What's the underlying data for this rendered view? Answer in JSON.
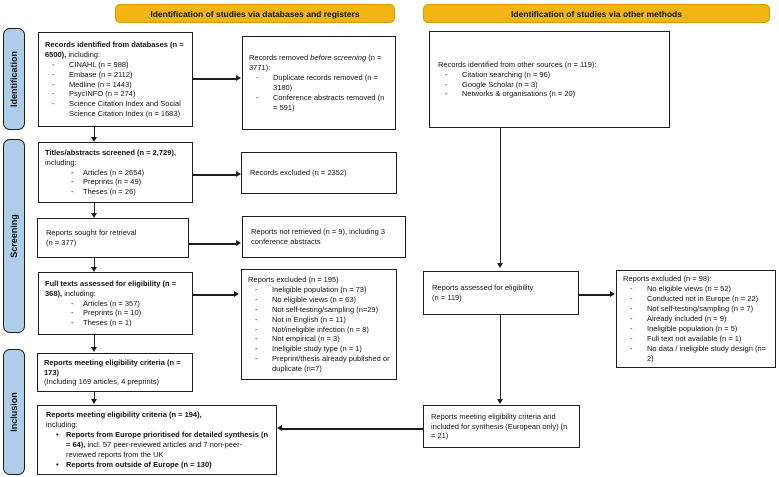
{
  "banners": {
    "databases": "Identification of studies via databases and registers",
    "other": "Identification of studies via other methods"
  },
  "stages": {
    "identification": "Identification",
    "screening": "Screening",
    "inclusion": "Inclusion"
  },
  "colors": {
    "banner_fill": "#F4B411",
    "banner_border": "#D59C00",
    "stage_fill": "#AECDE9",
    "box_border": "#1E1E1E"
  },
  "boxes": {
    "records_identified": {
      "title_bold": "Records identified from databases (n = 6500),",
      "title_rest": " including:",
      "items": [
        "CINAHL (n = 988)",
        "Embase (n = 2112)",
        "Medline (n = 1443)",
        "PsycINFO (n = 274)",
        "Science Citation Index and Social Science Citation Index (n = 1683)"
      ]
    },
    "records_removed": {
      "pre_italic": "Records removed ",
      "italic": "before screening",
      "post_italic": " (n = 3771):",
      "items": [
        "Duplicate records removed (n = 3180)",
        "Conference abstracts removed (n = 591)"
      ]
    },
    "titles_screened": {
      "title_bold": "Titles/abstracts screened (n = 2,729),",
      "title_rest": " including:",
      "items": [
        "Articles (n = 2654)",
        "Preprints (n = 49)",
        "Theses (n = 26)"
      ]
    },
    "records_excluded": {
      "text": "Records excluded (n = 2352)"
    },
    "reports_sought": {
      "line1": "Reports sought for retrieval",
      "line2": "(n = 377)"
    },
    "reports_not_retrieved": {
      "text": "Reports not retrieved (n = 9), including 3 conference abstracts"
    },
    "full_texts": {
      "title_bold": "Full texts assessed for eligibility (n = 368),",
      "title_rest": " including:",
      "items": [
        "Articles (n = 357)",
        "Preprints (n = 10)",
        "Theses (n = 1)"
      ]
    },
    "reports_excluded_195": {
      "title": "Reports excluded (n = 195)",
      "items": [
        "Ineligible population (n = 73)",
        "No eligible views (n = 63)",
        "Not self-testing/sampling (n=29)",
        "Not in English (n = 11)",
        "Not/ineligible infection (n = 8)",
        "Not empirical (n = 3)",
        "Ineligible study type (n = 1)",
        "Preprint/thesis already published or duplicate (n=7)"
      ]
    },
    "meeting_173": {
      "title_bold": "Reports meeting eligibility criteria (n = 173)",
      "subtitle": "(Including 169 articles, 4 preprints)"
    },
    "meeting_194": {
      "title_bold": "Reports meeting eligibility criteria (n = 194),",
      "title_rest": "including:",
      "bullet1_bold": "Reports from Europe prioritised for detailed synthesis (n = 64),",
      "bullet1_rest": " incl. 57 peer-reviewed articles and 7 non-peer-reviewed reports from the UK",
      "bullet2_bold": "Reports from outside of Europe (n = 130)"
    },
    "other_sources": {
      "title": "Records identified from other sources (n = 119):",
      "items": [
        "Citation searching (n = 96)",
        "Google Scholar (n = 3)",
        "Networks & organisations (n = 20)"
      ]
    },
    "assessed_eligibility": {
      "line1": "Reports assessed for eligibility",
      "line2": "(n = 119)"
    },
    "reports_excluded_98": {
      "title": "Reports excluded (n = 98):",
      "items": [
        "No eligible views (n = 52)",
        "Conducted not in Europe (n = 22)",
        "Not self-testing/sampling (n = 7)",
        "Already included (n = 9)",
        "Ineligible population (n = 5)",
        "Full text not available (n = 1)",
        "No data / ineligible study design (n= 2)"
      ]
    },
    "included_synthesis": {
      "text": "Reports meeting eligibility criteria and included for synthesis (European only) (n = 21)"
    }
  }
}
